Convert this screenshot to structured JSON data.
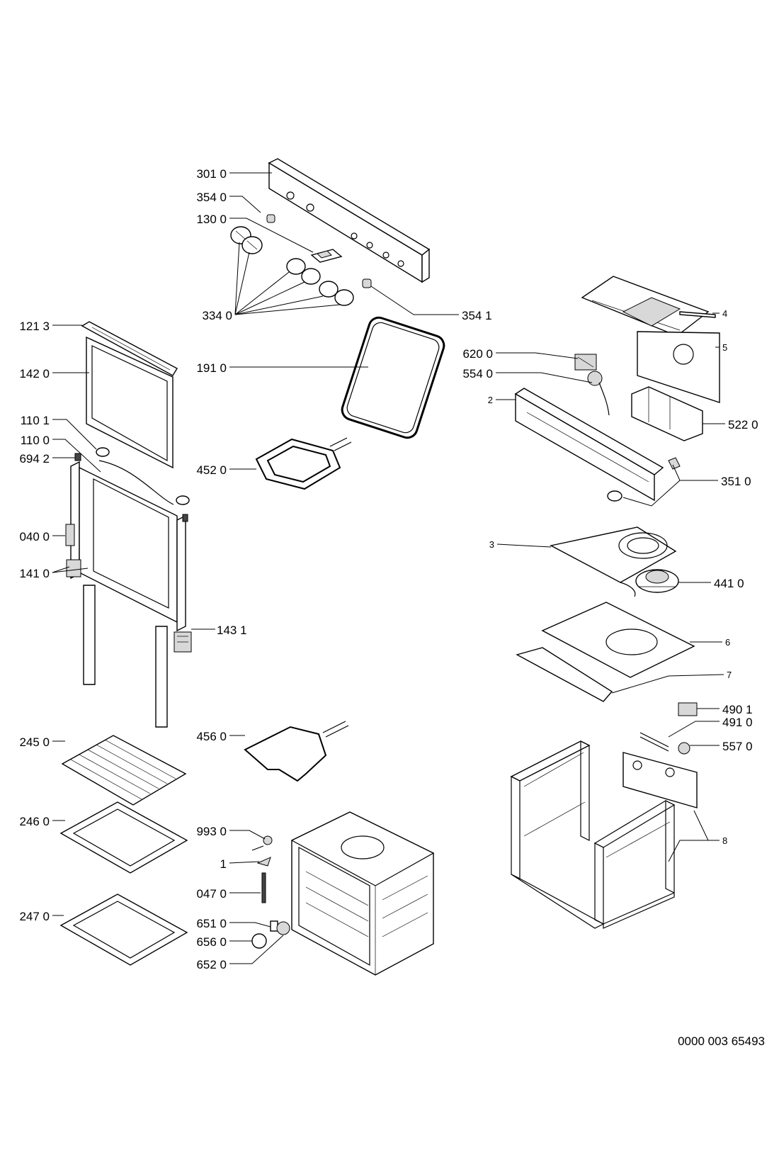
{
  "document_number": "0000 003 65493",
  "callouts": {
    "c3010": "301 0",
    "c3540": "354 0",
    "c1300": "130 0",
    "c3340": "334 0",
    "c3541": "354 1",
    "c1213": "121 3",
    "c1420": "142 0",
    "c1910": "191 0",
    "c1101": "110 1",
    "c1100": "110 0",
    "c6942": "694 2",
    "c4520": "452 0",
    "c0400": "040 0",
    "c1410": "141 0",
    "c1431": "143 1",
    "c2450": "245 0",
    "c4560": "456 0",
    "c2460": "246 0",
    "c9930": "993 0",
    "c1": "1",
    "c0470": "047 0",
    "c2470": "247 0",
    "c6510": "651 0",
    "c6560": "656 0",
    "c6520": "652 0",
    "c4": "4",
    "c6200": "620 0",
    "c5": "5",
    "c5540": "554 0",
    "c2": "2",
    "c5220": "522 0",
    "c3510": "351 0",
    "c3": "3",
    "c4410": "441 0",
    "c6": "6",
    "c7": "7",
    "c4901": "490 1",
    "c4910": "491 0",
    "c5570": "557 0",
    "c8": "8"
  }
}
